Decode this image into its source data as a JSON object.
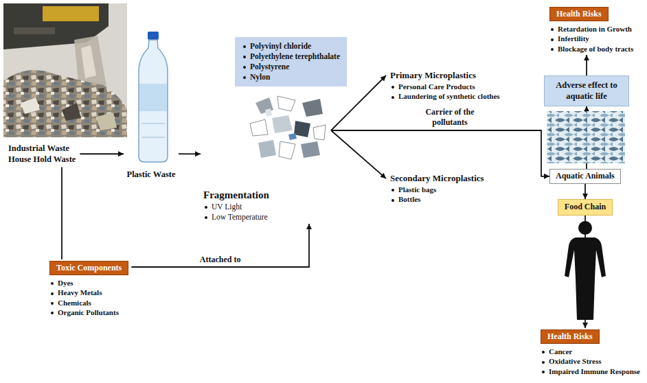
{
  "diagram": {
    "nodes": [
      {
        "text": [
          "Industrial Waste",
          "House Hold Waste"
        ]
      },
      {
        "text": [
          "Plastic Waste"
        ]
      },
      {
        "text": [
          "Polyvinyl chloride",
          "Polyethylene terephthalate",
          "Polystyrene",
          "Nylon"
        ]
      },
      {
        "text": [
          "Fragmentation",
          "UV Light",
          "Low Temperature"
        ]
      },
      {
        "text": [
          "Primary Microplastics",
          "Personal Care Products",
          "Laundering of synthetic clothes"
        ]
      },
      {
        "text": [
          "Secondary Microplastics",
          "Plastic bags",
          "Bottles"
        ]
      },
      {
        "text": [
          "Toxic Components",
          "Dyes",
          "Heavy Metals",
          "Chemicals",
          "Organic Pollutants"
        ]
      },
      {
        "text": [
          "Health Risks",
          "Retardation in Growth",
          "Infertility",
          "Blockage of body tracts"
        ]
      },
      {
        "text": [
          "Adverse effect to aquatic life"
        ]
      },
      {
        "text": [
          "Aquatic Animals"
        ]
      },
      {
        "text": [
          "Food Chain"
        ]
      },
      {
        "text": [
          "Health Risks",
          "Cancer",
          "Oxidative Stress",
          "Impaired Immune Response"
        ]
      }
    ],
    "edges": [
      {
        "from": 0,
        "to": 1,
        "arrow": "to"
      },
      {
        "from": 0,
        "to": 6,
        "arrow": "none"
      },
      {
        "from": 1,
        "to": 3,
        "arrow": "to"
      },
      {
        "from": 6,
        "to": 3,
        "label": "Attached to",
        "arrow": "to"
      },
      {
        "from": 3,
        "to": 4,
        "arrow": "to"
      },
      {
        "from": 3,
        "to": 5,
        "arrow": "to"
      },
      {
        "from": 3,
        "to": 9,
        "label": "Carrier of the pollutants",
        "arrow": "to"
      },
      {
        "from": 9,
        "to": 8,
        "arrow": "to"
      },
      {
        "from": 8,
        "to": 7,
        "arrow": "to"
      },
      {
        "from": 9,
        "to": 10,
        "arrow": "to"
      },
      {
        "from": 10,
        "to": 11,
        "arrow": "to"
      }
    ]
  }
}
